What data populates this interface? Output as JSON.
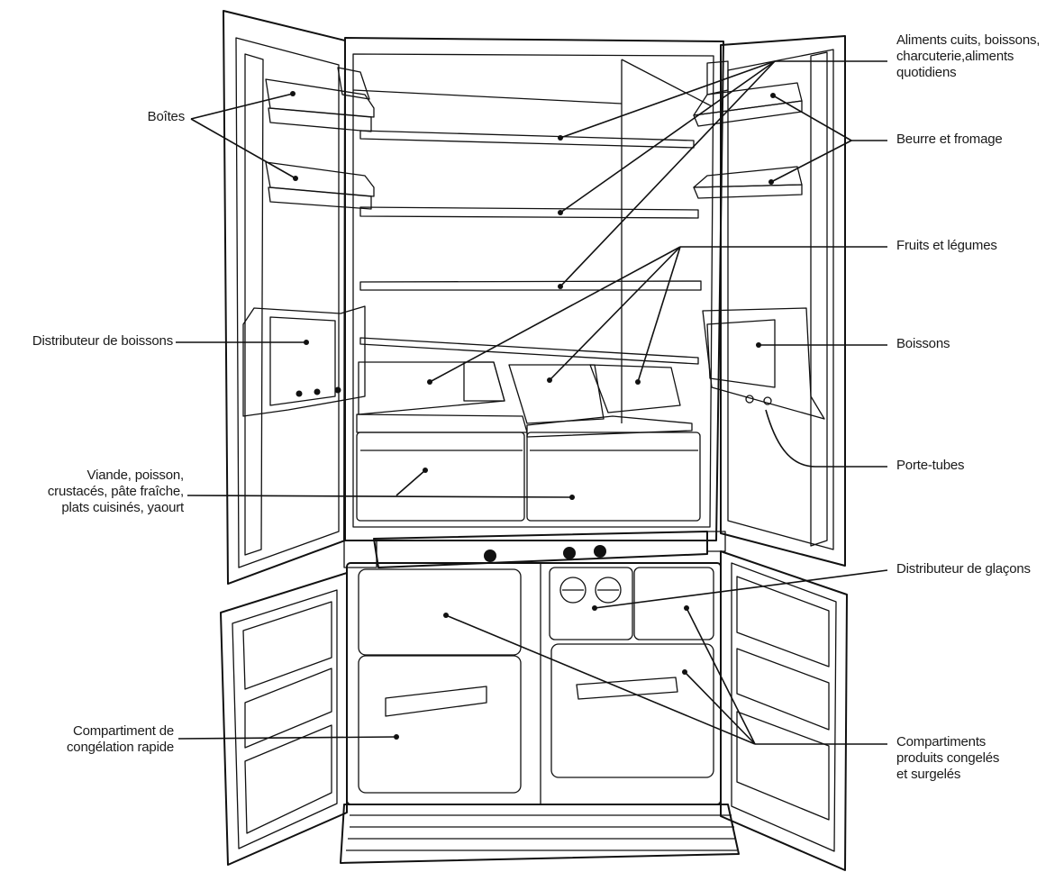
{
  "labels": {
    "boites": "Boîtes",
    "distributeur_boissons": "Distributeur de boissons",
    "viande": "Viande, poisson,\ncrustacés, pâte fraîche,\nplats cuisinés, yaourt",
    "compartiment_rapide": "Compartiment de\ncongélation rapide",
    "aliments_cuits": "Aliments cuits, boissons,\ncharcuterie,aliments\nquotidiens",
    "beurre_fromage": "Beurre et fromage",
    "fruits_legumes": "Fruits et légumes",
    "boissons": "Boissons",
    "porte_tubes": "Porte-tubes",
    "distributeur_glacons": "Distributeur de glaçons",
    "compartiments_congeles": "Compartiments\nproduits congelés\net surgelés"
  }
}
